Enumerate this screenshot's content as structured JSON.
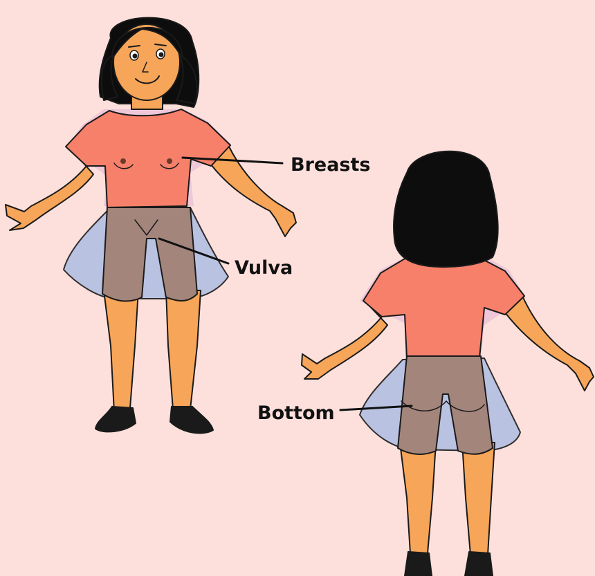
{
  "labels": {
    "breasts": "Breasts",
    "vulva": "Vulva",
    "bottom": "Bottom"
  },
  "colors": {
    "background": "#fde0dc",
    "skin": "#f7a558",
    "shirt": "#f7806a",
    "shorts": "#a3857b",
    "cape": "#b3bfe3",
    "hair": "#0d0d0d",
    "outline": "#1a1a1a"
  }
}
